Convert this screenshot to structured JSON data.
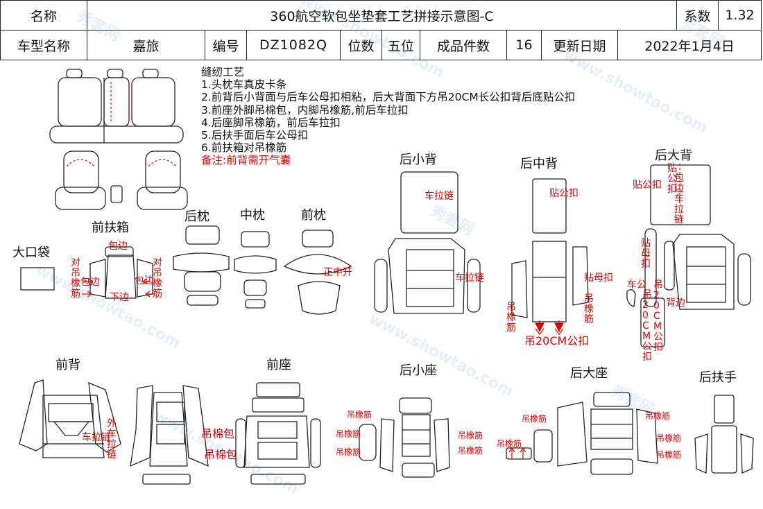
{
  "header": {
    "name_label": "名称",
    "title": "360航空软包坐垫套工艺拼接示意图-C",
    "coef_label": "系数",
    "coef_value": "1.32",
    "model_label": "车型名称",
    "model_value": "嘉旅",
    "code_label": "编号",
    "code_value": "DZ1082Q",
    "seat_label": "位数",
    "seat_value": "五位",
    "pieces_label": "成品件数",
    "pieces_value": "16",
    "date_label": "更新日期",
    "date_value": "2022年1月4日"
  },
  "notes": {
    "title": "缝纫工艺",
    "items": [
      "1.头枕车真皮卡条",
      "2.前背后小背面与后车公母扣相粘，后大背面下方吊20CM长公扣背后底贴公扣",
      "3.前座外脚吊棉包，内脚吊橡筋,前后车拉扣",
      "4.后座脚吊橡筋，前后车拉扣",
      "5.后扶手面后车公母扣",
      "6.前扶箱对吊橡筋"
    ],
    "remark": "备注:前背需开气囊"
  },
  "parts": {
    "front_armbox": "前扶箱",
    "big_pocket": "大口袋",
    "rear_pillow": "后枕",
    "mid_pillow": "中枕",
    "front_pillow": "前枕",
    "rear_small_back": "后小背",
    "rear_mid_back": "后中背",
    "rear_big_back": "后大背",
    "front_back": "前背",
    "front_seat": "前座",
    "rear_small_seat": "后小座",
    "rear_big_seat": "后大座",
    "rear_armrest": "后扶手"
  },
  "annotations": {
    "hem": "包边",
    "pair": "对吊橡筋",
    "slit": "正中开",
    "zip": "车拉链",
    "sew_male": "贴公扣",
    "male": "贴母扣",
    "elastic": "吊橡筋",
    "hang20": "吊20CM公扣",
    "cotton": "吊棉包",
    "outer_zip": "外车拉链",
    "lower_hem": "下边",
    "car_mf": "车公",
    "side_hem": "包边",
    "rbb_male_a": "贴公扣",
    "rbb_male_b": "贴公扣",
    "rbb_hem_zip": "包边车拉链",
    "rbb_female_a": "贴母扣",
    "rbb_hang_a": "吊20CM公扣",
    "rbb_hang_b": "吊20CM公扣",
    "hang_label": "吊橡筋",
    "cut_edge": "背边"
  },
  "watermark": [
    "秀套网",
    "www.showtao.com"
  ],
  "colors": {
    "annotation": "#e00000",
    "line": "#222222",
    "watermark": "#3c78c8"
  }
}
